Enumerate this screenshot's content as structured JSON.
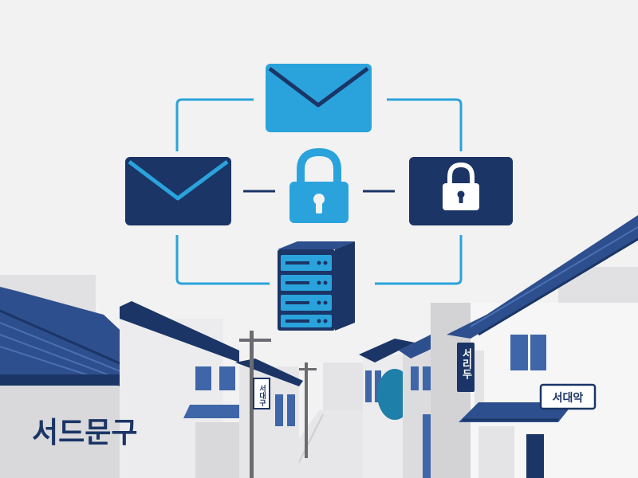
{
  "signs": {
    "district_wall": "서드문구",
    "pole_sign": "서대구",
    "vertical_shop_sign": "서리두",
    "horizontal_shop_sign": "서대악"
  },
  "icons": {
    "top_envelope": "envelope-icon",
    "left_envelope": "envelope-icon",
    "center_lock": "padlock-icon",
    "right_lock": "padlock-icon",
    "server": "server-rack-icon"
  },
  "colors": {
    "navy": "#1b3566",
    "light_blue": "#2aa3dc",
    "medium_blue": "#3f66a8",
    "building_gray": "#d7d7d9",
    "sky": "#f2f2f2"
  }
}
